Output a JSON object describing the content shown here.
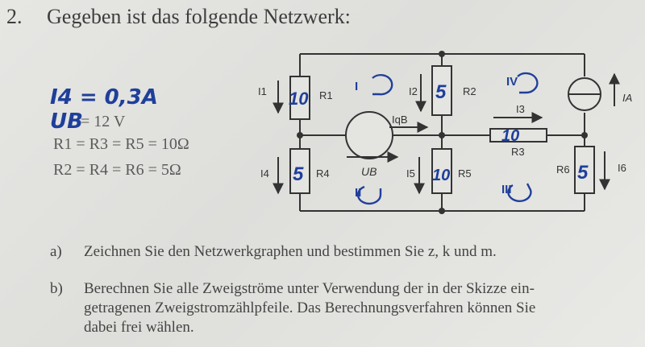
{
  "header": {
    "number": "2.",
    "title": "Gegeben ist das folgende Netzwerk:"
  },
  "given": {
    "i4_hw": "I4 = 0,3A",
    "ub_hw": "UB",
    "ub_print": "= 12 V",
    "r135": "R1 = R3 = R5 = 10Ω",
    "r246": "R2 = R4 = R6 = 5Ω"
  },
  "circuit": {
    "labels": {
      "i1": "I1",
      "r1": "R1",
      "i2": "I2",
      "r2": "R2",
      "iqb": "IqB",
      "i3": "I3",
      "r3": "R3",
      "ia": "IA",
      "i4": "I4",
      "r4": "R4",
      "ub": "UB",
      "i5": "I5",
      "r5": "R5",
      "r6": "R6",
      "i6": "I6"
    },
    "handwritten_values": {
      "r1": "10",
      "r2": "5",
      "r3": "10",
      "r4": "5",
      "r5": "10",
      "r6": "5"
    },
    "handwritten_meshes": [
      "I",
      "II",
      "III",
      "IV"
    ]
  },
  "tasks": [
    {
      "label": "a)",
      "text": "Zeichnen Sie den Netzwerkgraphen und bestimmen Sie z, k und m."
    },
    {
      "label": "b)",
      "line1": "Berechnen Sie alle Zweigströme unter Verwendung der in der Skizze ein-",
      "line2": "getragenen Zweigstromzählpfeile. Das Berechnungsverfahren können Sie",
      "line3": "dabei frei wählen."
    }
  ]
}
